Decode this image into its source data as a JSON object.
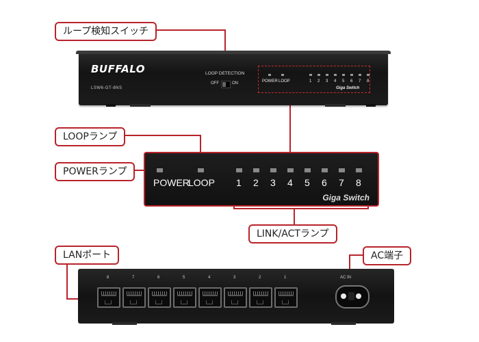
{
  "callouts": {
    "loop_switch": "ループ検知スイッチ",
    "loop_lamp": "LOOPランプ",
    "power_lamp": "POWERランプ",
    "link_act_lamp": "LINK/ACTランプ",
    "lan_port": "LANポート",
    "ac_terminal": "AC端子"
  },
  "device_front": {
    "brand": "BUFFALO",
    "model": "LSW6-GT-8NS",
    "loop_detection_label": "LOOP DETECTION",
    "off_label": "OFF",
    "on_label": "ON",
    "led_labels": [
      "POWER",
      "LOOP",
      "1",
      "2",
      "3",
      "4",
      "5",
      "6",
      "7",
      "8"
    ],
    "giga_switch": "Giga Switch"
  },
  "zoom_panel": {
    "power": "POWER",
    "loop": "LOOP",
    "ports": [
      "1",
      "2",
      "3",
      "4",
      "5",
      "6",
      "7",
      "8"
    ],
    "giga_switch": "Giga Switch"
  },
  "device_back": {
    "port_numbers": [
      "8",
      "7",
      "6",
      "5",
      "4",
      "3",
      "2",
      "1"
    ],
    "ac_in_label": "AC IN"
  },
  "colors": {
    "accent": "#b8232a",
    "device_body": "#1a1a1a"
  }
}
